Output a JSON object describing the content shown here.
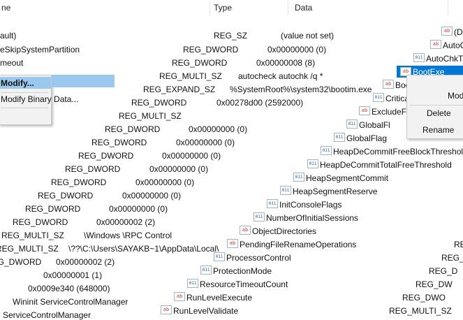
{
  "header": {
    "name": "ne",
    "type": "Type",
    "data": "Data"
  },
  "mid_rows": [
    {
      "type": "REG_SZ",
      "data": "(value not set)"
    },
    {
      "type": "REG_DWORD",
      "data": "0x00000000 (0)"
    },
    {
      "type": "REG_DWORD",
      "data": "0x00000008 (8)"
    },
    {
      "type": "REG_MULTI_SZ",
      "data": "autocheck autochk /q *"
    },
    {
      "type": "REG_EXPAND_SZ",
      "data": "%SystemRoot%\\system32\\bootim.exe"
    },
    {
      "type": "REG_DWORD",
      "data": "0x00278d00 (2592000)"
    },
    {
      "type": "REG_MULTI_SZ",
      "data": ""
    },
    {
      "type": "REG_DWORD",
      "data": "0x00000000 (0)"
    },
    {
      "type": "REG_DWORD",
      "data": "0x00000000 (0)"
    },
    {
      "type": "REG_DWORD",
      "data": "0x00000000 (0)"
    },
    {
      "type": "REG_DWORD",
      "data": "0x00000000 (0)"
    },
    {
      "type": "REG_DWORD",
      "data": "0x00000000 (0)"
    },
    {
      "type": "REG_DWORD",
      "data": "0x00000000 (0)"
    },
    {
      "type": "REG_DWORD",
      "data": "0x00000000 (0)"
    },
    {
      "type": "REG_DWORD",
      "data": "0x00000002 (2)"
    },
    {
      "type": "REG_MULTI_SZ",
      "data": "\\Windows \\RPC Control"
    },
    {
      "type": "REG_MULTI_SZ",
      "data": "\\??\\C:\\Users\\SAYAKB~1\\AppData\\Local\\"
    },
    {
      "type": "REG_DWORD",
      "data": "0x00000002 (2)"
    },
    {
      "type": "",
      "data": "0x00000001 (1)"
    },
    {
      "type": "",
      "data": "0x0009e340 (648000)"
    },
    {
      "type": "",
      "data": "Wininit ServiceControlManager"
    },
    {
      "type": "",
      "data": "ServiceControlManager"
    }
  ],
  "left_names": [
    "ault)",
    "eSkipSystemPartition",
    "meout"
  ],
  "right_names": [
    "(De",
    "AutoCh",
    "AutoChkTi",
    "BootExe",
    "BootShe",
    "CriticalSe",
    "ExcludeF",
    "GlobalFl",
    "GlobalFlag",
    "HeapDeCommitFreeBlockThreshold",
    "HeapDeCommitTotalFreeThreshold",
    "HeapSegmentCommit",
    "HeapSegmentReserve",
    "InitConsoleFlags",
    "NumberOfInitialSessions",
    "ObjectDirectories",
    "PendingFileRenameOperations",
    "ProcessorControl",
    "ProtectionMode",
    "ResourceTimeoutCount",
    "RunLevelExecute",
    "RunLevelValidate"
  ],
  "right_types": [
    "REG",
    "REG_",
    "REG_D",
    "REG_DW",
    "REG_DWO",
    "REG_MULTI_SZ"
  ],
  "context_menu_left": {
    "items": [
      "Modify...",
      "Modify Binary Data..."
    ]
  },
  "context_menu_right": {
    "items": [
      "Modi",
      "Delete",
      "Rename"
    ]
  }
}
